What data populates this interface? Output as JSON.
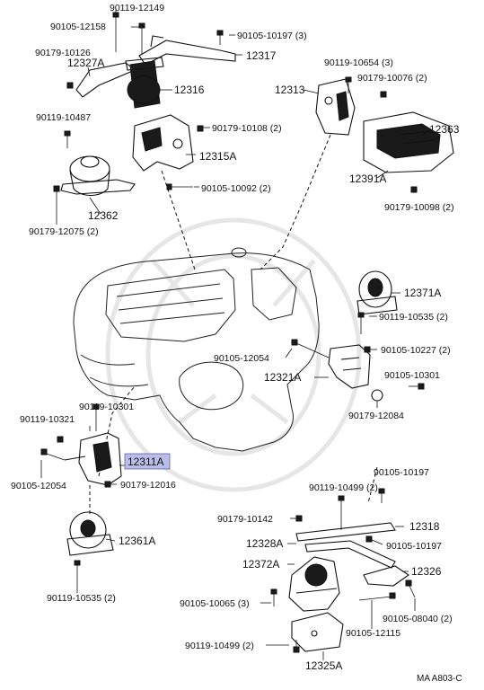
{
  "diagram": {
    "highlighted_part": "12311A",
    "reference_code": "MA A803-C",
    "labels": {
      "l90119_12149": "90119-12149",
      "l90105_12158": "90105-12158",
      "l90105_10197a": "90105-10197 (3)",
      "l90179_10126": "90179-10126",
      "l12327A": "12327A",
      "l12317": "12317",
      "l12316": "12316",
      "l90119_10654": "90119-10654 (3)",
      "l90179_10076": "90179-10076 (2)",
      "l12313": "12313",
      "l90119_10487": "90119-10487",
      "l90179_10108": "90179-10108 (2)",
      "l12363": "12363",
      "l12315A": "12315A",
      "l12391A": "12391A",
      "l90105_10092": "90105-10092 (2)",
      "l12362": "12362",
      "l90179_10098": "90179-10098 (2)",
      "l90179_12075": "90179-12075 (2)",
      "l12371A": "12371A",
      "l90119_10535a": "90119-10535 (2)",
      "l90105_10227": "90105-10227 (2)",
      "l90105_12054a": "90105-12054",
      "l90105_10301": "90105-10301",
      "l12321A": "12321A",
      "l90179_12084": "90179-12084",
      "l90119_10301": "90119-10301",
      "l90119_10321": "90119-10321",
      "l12311A": "12311A",
      "l90105_12054b": "90105-12054",
      "l90179_12016": "90179-12016",
      "l90105_10197b": "90105-10197",
      "l90119_10499a": "90119-10499 (2)",
      "l90179_10142": "90179-10142",
      "l12318": "12318",
      "l12361A": "12361A",
      "l12328A": "12328A",
      "l90105_10197c": "90105-10197",
      "l12372A": "12372A",
      "l12326": "12326",
      "l90119_10535b": "90119-10535 (2)",
      "l90105_10065": "90105-10065 (3)",
      "l90105_08040": "90105-08040 (2)",
      "l90105_12115": "90105-12115",
      "l90119_10499b": "90119-10499 (2)",
      "l12325A": "12325A"
    }
  }
}
